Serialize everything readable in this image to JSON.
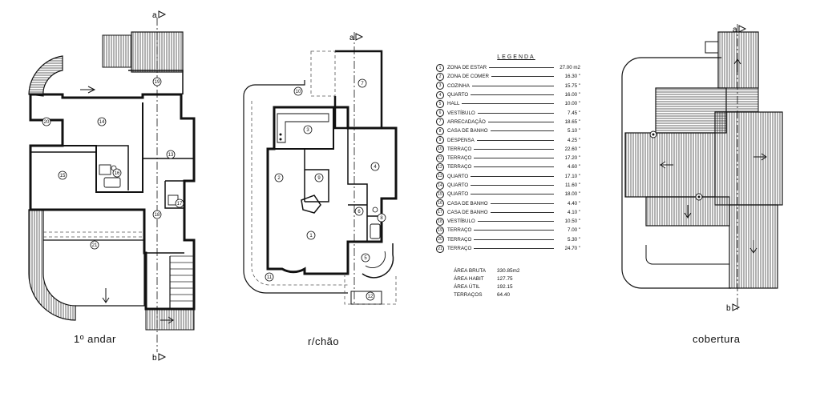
{
  "captions": {
    "first_floor": "1º andar",
    "ground_floor": "r/chão",
    "roof": "cobertura"
  },
  "section_marks": {
    "a": "a",
    "b": "b"
  },
  "legend": {
    "title": "LEGENDA",
    "items": [
      {
        "num": "1",
        "name": "ZONA DE ESTAR",
        "value": "27.00 m2"
      },
      {
        "num": "2",
        "name": "ZONA DE COMER",
        "value": "16.30 \""
      },
      {
        "num": "3",
        "name": "COZINHA",
        "value": "15.75 \""
      },
      {
        "num": "4",
        "name": "QUARTO",
        "value": "16.00 \""
      },
      {
        "num": "5",
        "name": "HALL",
        "value": "10.00 \""
      },
      {
        "num": "6",
        "name": "VESTÍBULO",
        "value": "7.45 \""
      },
      {
        "num": "7",
        "name": "ARRECADAÇÃO",
        "value": "18.65 \""
      },
      {
        "num": "8",
        "name": "CASA DE BANHO",
        "value": "5.10 \""
      },
      {
        "num": "9",
        "name": "DESPENSA",
        "value": "4.25 \""
      },
      {
        "num": "10",
        "name": "TERRAÇO",
        "value": "22.60 \""
      },
      {
        "num": "11",
        "name": "TERRAÇO",
        "value": "17.20 \""
      },
      {
        "num": "12",
        "name": "TERRAÇO",
        "value": "4.60 \""
      },
      {
        "num": "13",
        "name": "QUARTO",
        "value": "17.10 \""
      },
      {
        "num": "14",
        "name": "QUARTO",
        "value": "11.60 \""
      },
      {
        "num": "15",
        "name": "QUARTO",
        "value": "18.00 \""
      },
      {
        "num": "16",
        "name": "CASA DE BANHO",
        "value": "4.40 \""
      },
      {
        "num": "17",
        "name": "CASA DE BANHO",
        "value": "4.10 \""
      },
      {
        "num": "18",
        "name": "VESTÍBULO",
        "value": "10.50 \""
      },
      {
        "num": "19",
        "name": "TERRAÇO",
        "value": "7.00 \""
      },
      {
        "num": "20",
        "name": "TERRAÇO",
        "value": "5.30 \""
      },
      {
        "num": "21",
        "name": "TERRAÇO",
        "value": "24.70 \""
      }
    ]
  },
  "areas": [
    {
      "name": "ÁREA BRUTA",
      "value": "330.85m2"
    },
    {
      "name": "ÁREA HABIT",
      "value": "127.75"
    },
    {
      "name": "ÁREA ÚTIL",
      "value": "192.15"
    },
    {
      "name": "TERRAÇOS",
      "value": "64.40"
    }
  ],
  "room_labels": {
    "first_floor": [
      "13",
      "14",
      "15",
      "16",
      "17",
      "18",
      "19",
      "20",
      "21"
    ],
    "ground_floor": [
      "1",
      "2",
      "3",
      "4",
      "5",
      "6",
      "7",
      "8",
      "9",
      "10",
      "11",
      "12"
    ]
  }
}
